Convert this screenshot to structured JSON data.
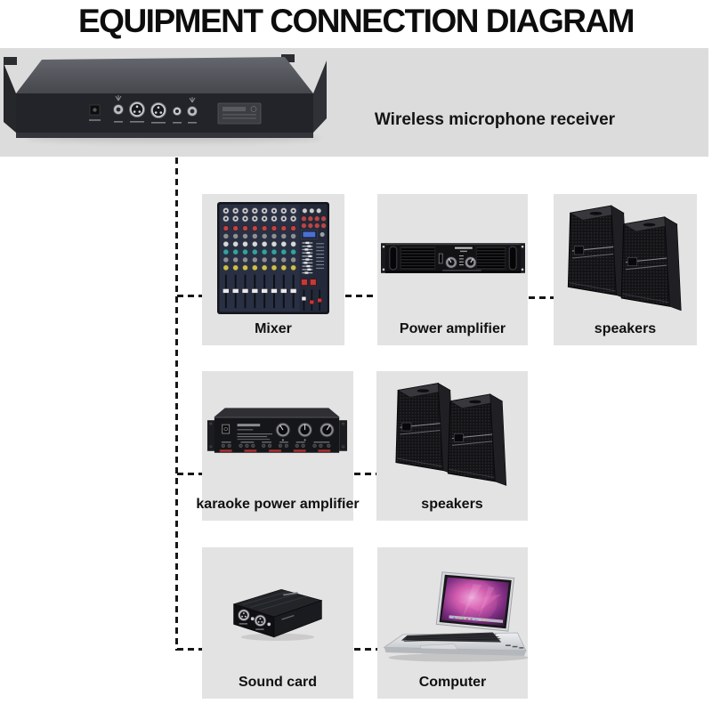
{
  "title": "EQUIPMENT CONNECTION DIAGRAM",
  "receiver": {
    "label": "Wireless microphone receiver",
    "icon": "rack-receiver-rear-image"
  },
  "rows": [
    {
      "nodes": [
        {
          "label": "Mixer",
          "icon": "mixing-console-image"
        },
        {
          "label": "Power amplifier",
          "icon": "power-amplifier-image"
        },
        {
          "label": "speakers",
          "icon": "speaker-pair-image"
        }
      ]
    },
    {
      "nodes": [
        {
          "label": "karaoke power amplifier",
          "icon": "karaoke-amplifier-image"
        },
        {
          "label": "speakers",
          "icon": "speaker-pair-image"
        }
      ]
    },
    {
      "nodes": [
        {
          "label": "Sound card",
          "icon": "sound-card-image"
        },
        {
          "label": "Computer",
          "icon": "laptop-image"
        }
      ]
    }
  ],
  "colors": {
    "page_bg": "#ffffff",
    "band_bg": "#dcdcdc",
    "card_bg": "#e3e3e3",
    "connector_line": "#161616",
    "title_text": "#0d0d0d"
  }
}
